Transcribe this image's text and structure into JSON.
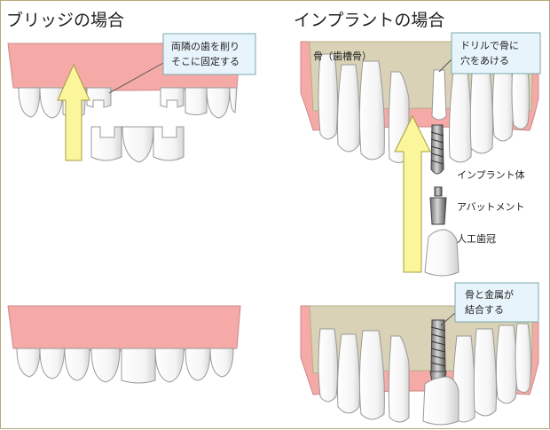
{
  "bridge": {
    "title": "ブリッジの場合",
    "callout_line1": "両隣の歯を削り",
    "callout_line2": "そこに固定する"
  },
  "implant": {
    "title": "インプラントの場合",
    "bone_label": "骨（歯槽骨）",
    "drill_line1": "ドリルで骨に",
    "drill_line2": "穴をあける",
    "part_fixture": "インプラント体",
    "part_abutment": "アバットメント",
    "part_crown": "人工歯冠",
    "fusion_line1": "骨と金属が",
    "fusion_line2": "結合する"
  },
  "colors": {
    "gum": "#f5aaa8",
    "bone": "#d9d2b6",
    "arrow": "#fbf59b",
    "callout_bg": "#e8f4fb",
    "metal": "#8c8c8c"
  }
}
